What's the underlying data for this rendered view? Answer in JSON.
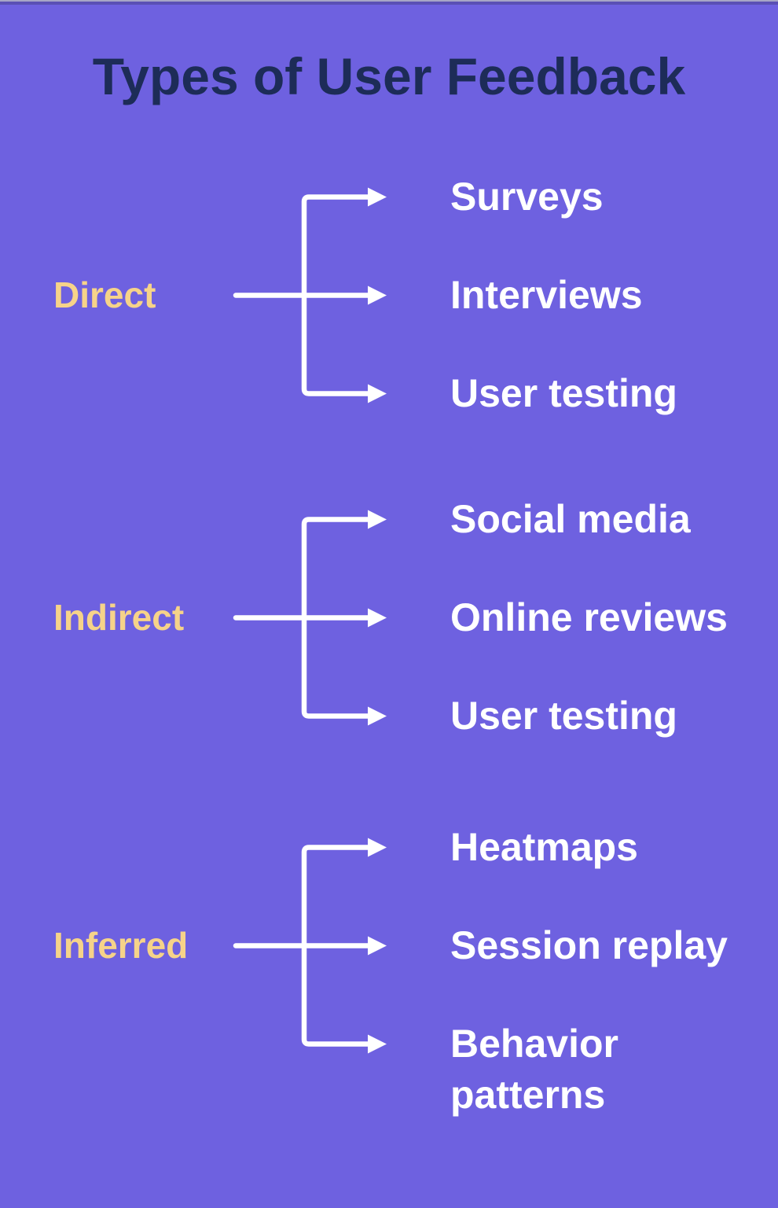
{
  "title": "Types of User Feedback",
  "colors": {
    "background": "#6E61E0",
    "title_color": "#1D2C58",
    "category_color": "#F6D389",
    "item_color": "#FFFFFF",
    "arrow_color": "#FFFFFF",
    "top_stripe_light": "#A6A5C6",
    "top_stripe_dark": "#5A50B5"
  },
  "groups": [
    {
      "label": "Direct",
      "items": [
        "Surveys",
        "Interviews",
        "User testing"
      ]
    },
    {
      "label": "Indirect",
      "items": [
        "Social media",
        "Online reviews",
        "User testing"
      ]
    },
    {
      "label": "Inferred",
      "items": [
        "Heatmaps",
        "Session replay",
        "Behavior patterns"
      ]
    }
  ]
}
